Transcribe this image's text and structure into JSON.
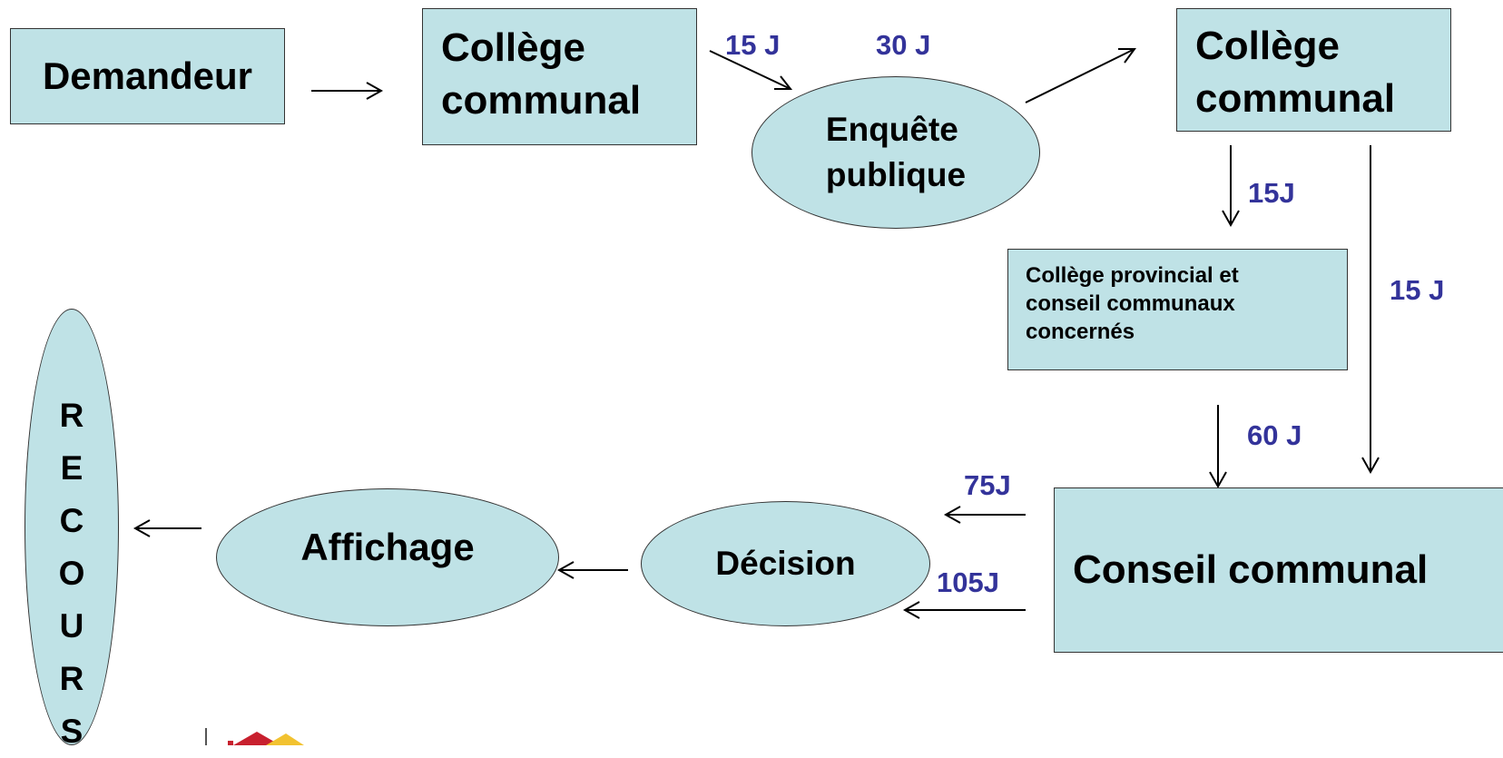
{
  "nodes": {
    "demandeur": "Demandeur",
    "college_communal_1": "Collège\ncommunal",
    "enquete_publique": "Enquête\npublique",
    "college_communal_2": "Collège\ncommunal",
    "college_provincial": "Collège provincial et\nconseil communaux\nconcernés",
    "conseil_communal": "Conseil communal",
    "decision": "Décision",
    "affichage": "Affichage",
    "recours": "R\nE\nC\nO\nU\nR\nS"
  },
  "labels": {
    "d15_a": "15 J",
    "d30": "30 J",
    "d15_b": "15J",
    "d15_c": "15 J",
    "d60": "60 J",
    "d75": "75J",
    "d105": "105J"
  },
  "colors": {
    "box_fill": "#bfe2e6",
    "label_text": "#33339a"
  }
}
